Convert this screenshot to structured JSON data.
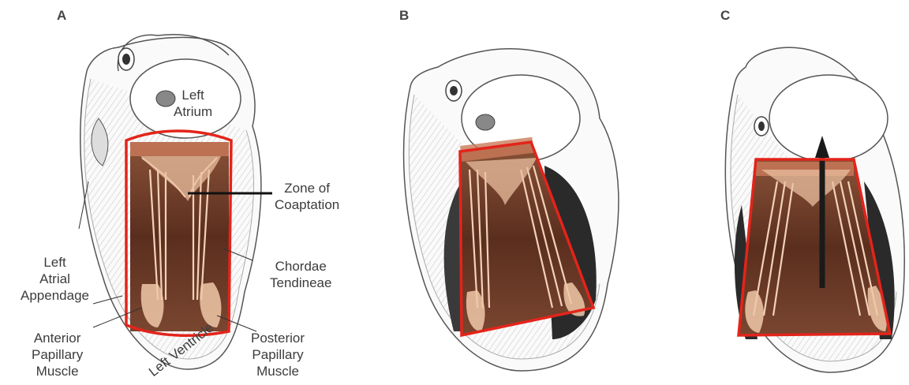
{
  "panels": [
    {
      "id": "A",
      "letter": "A"
    },
    {
      "id": "B",
      "letter": "B"
    },
    {
      "id": "C",
      "letter": "C"
    }
  ],
  "labels": {
    "left_atrium": [
      "Left",
      "Atrium"
    ],
    "zone_of_coaptation": [
      "Zone of",
      "Coaptation"
    ],
    "chordae_tendineae": [
      "Chordae",
      "Tendineae"
    ],
    "left_atrial_appendage": [
      "Left",
      "Atrial",
      "Appendage"
    ],
    "anterior_papillary_muscle": [
      "Anterior",
      "Papillary",
      "Muscle"
    ],
    "posterior_papillary_muscle": [
      "Posterior",
      "Papillary",
      "Muscle"
    ],
    "left_ventricle": "Left Ventricle"
  },
  "colors": {
    "outline_red": "#e3241b",
    "ventricle_fill": "#6b3a2a",
    "ventricle_dark": "#3a1c12",
    "leaflet": "#f2d2b8",
    "line_art": "#555555",
    "arrow": "#1a1a1a"
  }
}
